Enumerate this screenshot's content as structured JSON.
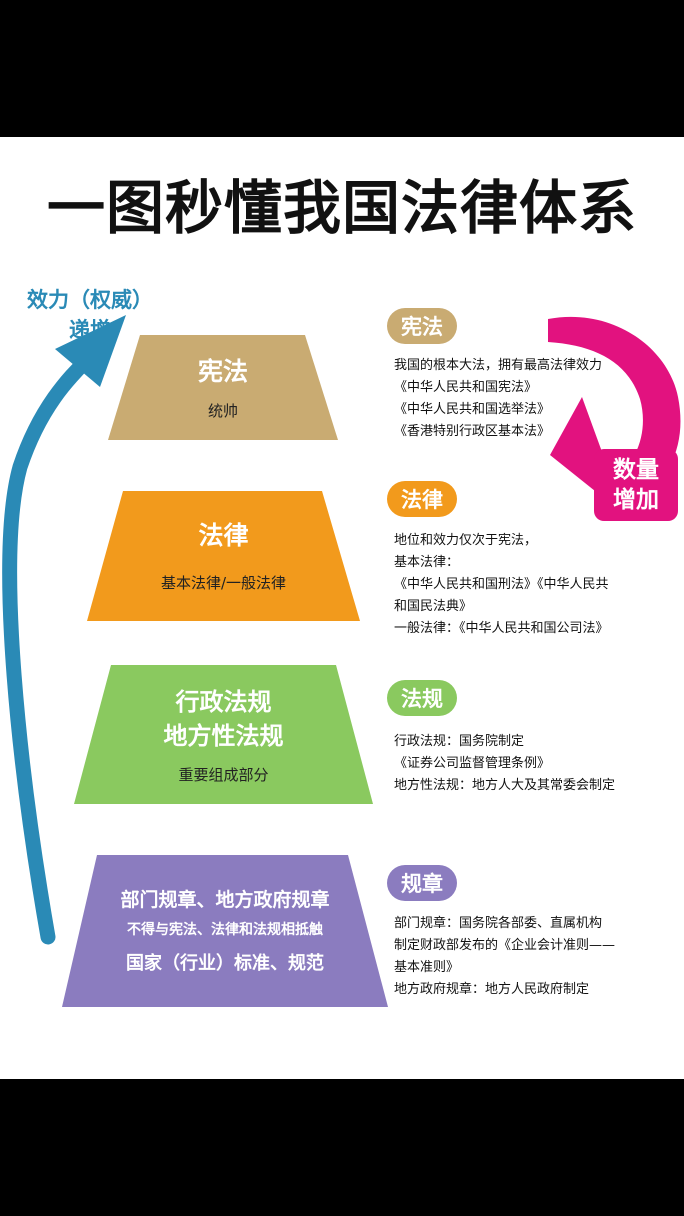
{
  "title": "一图秒懂我国法律体系",
  "left_arrow_label": [
    "效力（权威）",
    "递增"
  ],
  "right_arrow_label": [
    "数量",
    "增加"
  ],
  "colors": {
    "blue_arrow": "#2a8ab6",
    "pink_arrow": "#e2127f",
    "tier1": "#c9ab72",
    "tier2": "#f29a1c",
    "tier3": "#8ac95f",
    "tier4": "#8b7cbf"
  },
  "tiers": [
    {
      "title_lines": [
        "宪法"
      ],
      "sub_lines": [
        "统帅"
      ],
      "badge": "宪法",
      "desc_lines": [
        "我国的根本大法，拥有最高法律效力",
        "《中华人民共和国宪法》",
        "《中华人民共和国选举法》",
        "《香港特别行政区基本法》"
      ]
    },
    {
      "title_lines": [
        "法律"
      ],
      "sub_lines": [
        "基本法律/一般法律"
      ],
      "badge": "法律",
      "desc_lines": [
        "地位和效力仅次于宪法，",
        "基本法律：",
        "《中华人民共和国刑法》《中华人民共",
        "和国民法典》",
        "一般法律：《中华人民共和国公司法》"
      ]
    },
    {
      "title_lines": [
        "行政法规",
        "地方性法规"
      ],
      "sub_lines": [
        "重要组成部分"
      ],
      "badge": "法规",
      "desc_lines": [
        "行政法规：国务院制定",
        "《证券公司监督管理条例》",
        "地方性法规：地方人大及其常委会制定"
      ]
    },
    {
      "title_lines": [
        "部门规章、地方政府规章"
      ],
      "sub_lines": [
        "不得与宪法、法律和法规相抵触",
        "国家（行业）标准、规范"
      ],
      "badge": "规章",
      "desc_lines": [
        "部门规章：国务院各部委、直属机构",
        "制定财政部发布的《企业会计准则——",
        "基本准则》",
        "地方政府规章：地方人民政府制定"
      ]
    }
  ]
}
